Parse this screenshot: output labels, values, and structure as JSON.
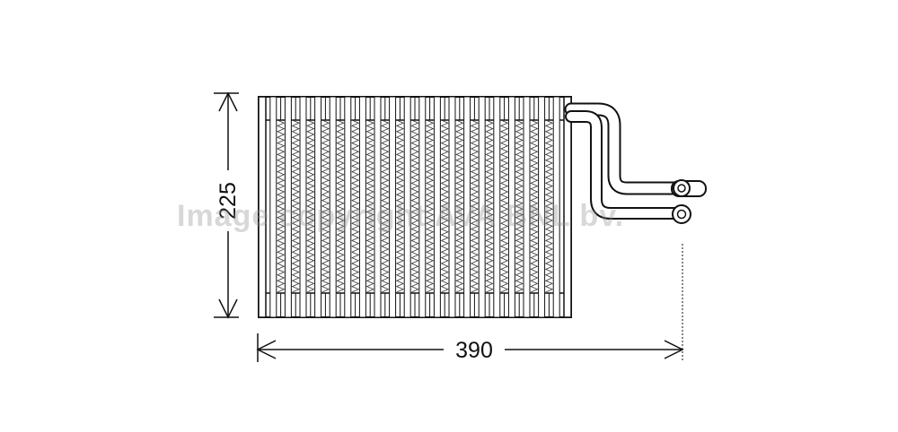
{
  "drawing": {
    "height_dimension": "225",
    "width_dimension": "390",
    "fin_rows": 20,
    "watermark": "Image copyright AVA BNL bv."
  },
  "colors": {
    "line": "#111111",
    "core_background": "#ffffff",
    "watermark": "#8e8e8e"
  }
}
